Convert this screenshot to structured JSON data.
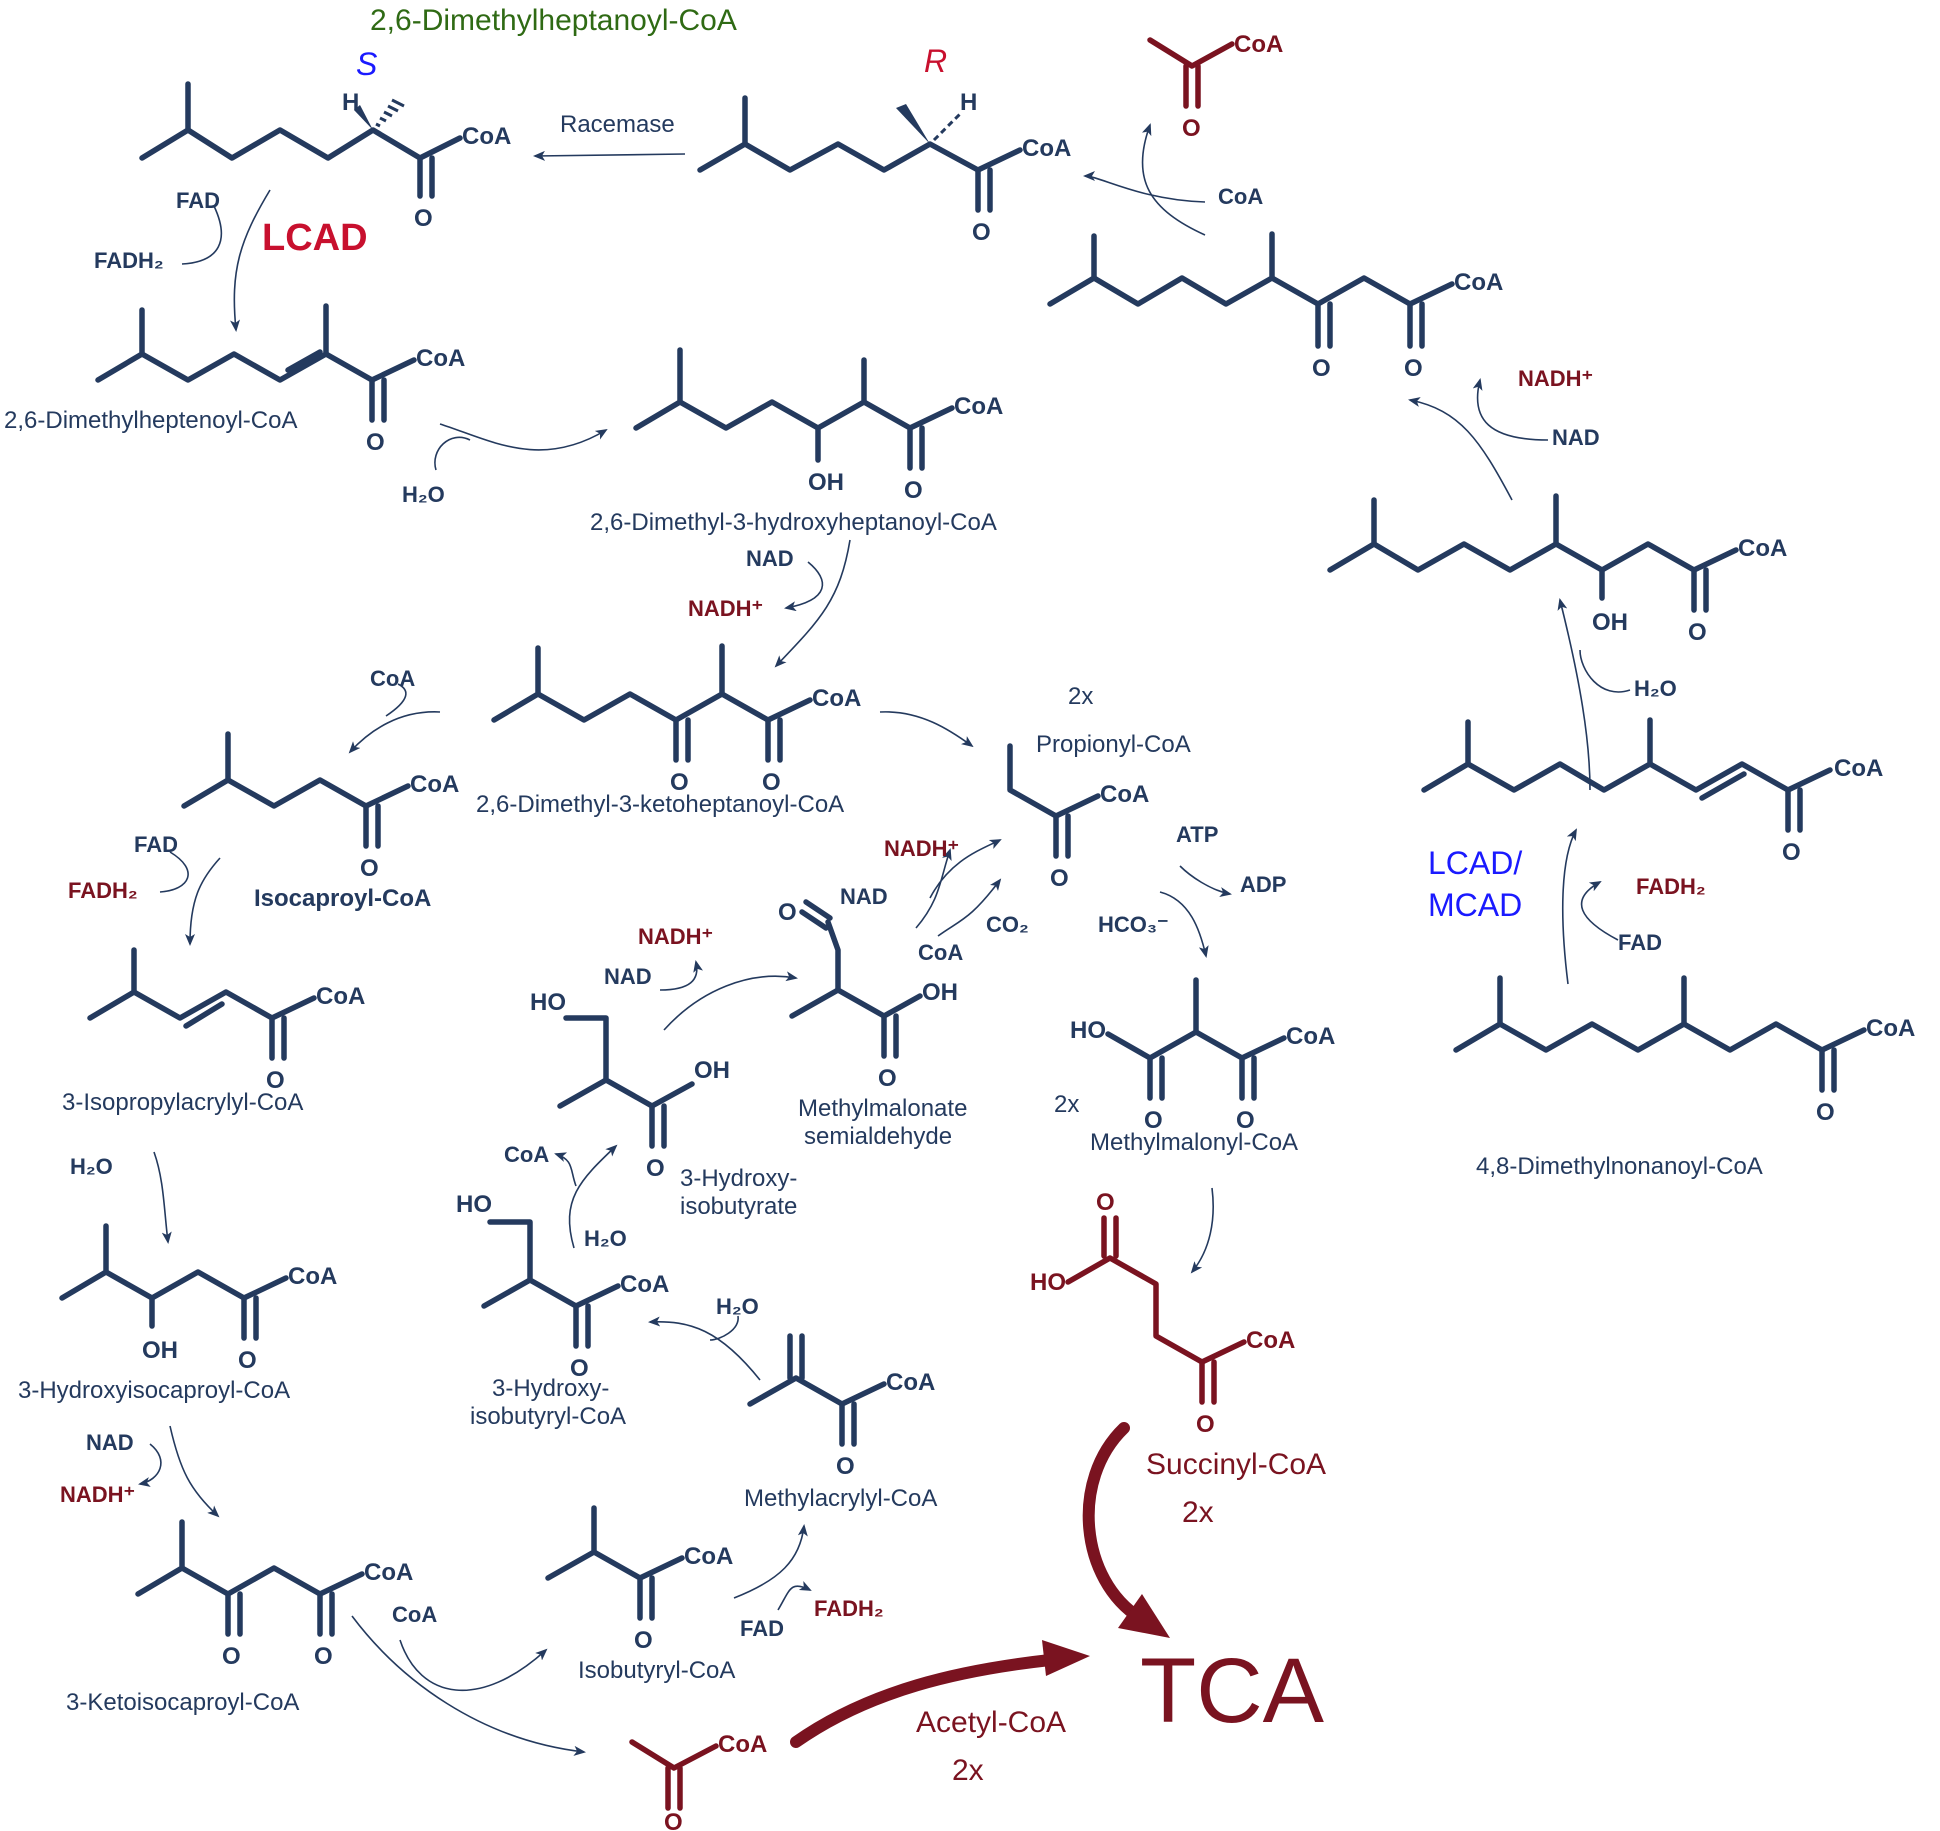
{
  "colors": {
    "navy": "#243a5e",
    "red": "#7a1320",
    "green": "#2f6a14",
    "blue": "#1a1aff"
  },
  "labels": {
    "dmhCoA": "2,6-Dimethylheptanoyl-CoA",
    "S": "S",
    "R": "R",
    "H": "H",
    "racemase": "Racemase",
    "LCAD": "LCAD",
    "dmhenoyl": "2,6-Dimethylheptenoyl-CoA",
    "dmhydroxy": "2,6-Dimethyl-3-hydroxyheptanoyl-CoA",
    "dmketo": "2,6-Dimethyl-3-ketoheptanoyl-CoA",
    "isocaproyl": "Isocaproyl-CoA",
    "isopropylacrylyl": "3-Isopropylacrylyl-CoA",
    "hydroxyisocaproyl": "3-Hydroxyisocaproyl-CoA",
    "ketoisocaproyl": "3-Ketoisocaproyl-CoA",
    "isobutyryl": "Isobutyryl-CoA",
    "methylacrylyl": "Methylacrylyl-CoA",
    "hibCoA1": "3-Hydroxy-",
    "hibCoA2": "isobutyryl-CoA",
    "hib1": "3-Hydroxy-",
    "hib2": "isobutyrate",
    "mmsa1": "Methylmalonate",
    "mmsa2": "semialdehyde",
    "twoX": "2x",
    "propionyl": "Propionyl-CoA",
    "methylmalonyl": "Methylmalonyl-CoA",
    "succinyl": "Succinyl-CoA",
    "acetyl": "Acetyl-CoA",
    "tca": "TCA",
    "lcadmcad1": "LCAD/",
    "lcadmcad2": "MCAD",
    "dmnCoA": "4,8-Dimethylnonanoyl-CoA"
  },
  "atoms": {
    "CoA": "CoA",
    "O": "O",
    "OH": "OH",
    "HO": "HO"
  },
  "cofactors": {
    "FAD": "FAD",
    "FADH2": "FADH₂",
    "H2O": "H₂O",
    "NAD": "NAD",
    "NADH": "NADH⁺",
    "CoA": "CoA",
    "ATP": "ATP",
    "ADP": "ADP",
    "HCO3": "HCO₃⁻",
    "CO2": "CO₂"
  }
}
